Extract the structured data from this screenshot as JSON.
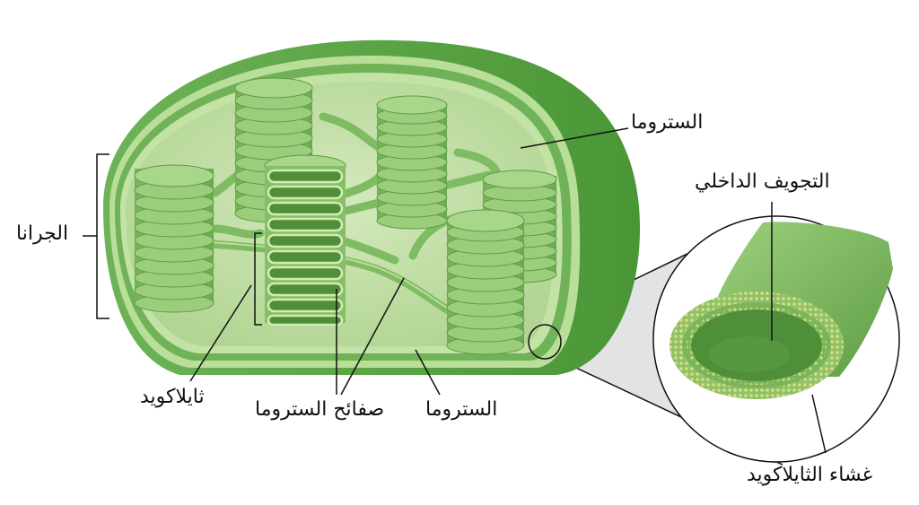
{
  "diagram": {
    "subject": "chloroplast",
    "colors": {
      "outer_membrane": "#5fa84a",
      "outer_membrane_dark": "#4f9a3c",
      "membrane_highlight": "#b8de98",
      "stroma": "#b9da9a",
      "stroma_light": "#cfe6b5",
      "granum": "#8cc46c",
      "granum_dark": "#6aa94e",
      "lumen": "#4f8f3a",
      "inset_bg": "#e3e5e6",
      "lipid_head": "#e6e07a",
      "line": "#111111"
    }
  },
  "labels": {
    "stroma_top": "الستروما",
    "thylakoid_lumen": "التجويف الداخلي",
    "grana": "الجرانا",
    "thylakoid": "ثايلاكويد",
    "stroma_lamellae": "صفائح الستروما",
    "stroma_bottom": "الستروما",
    "thylakoid_membrane": "غشاء الثايلاكويد"
  }
}
